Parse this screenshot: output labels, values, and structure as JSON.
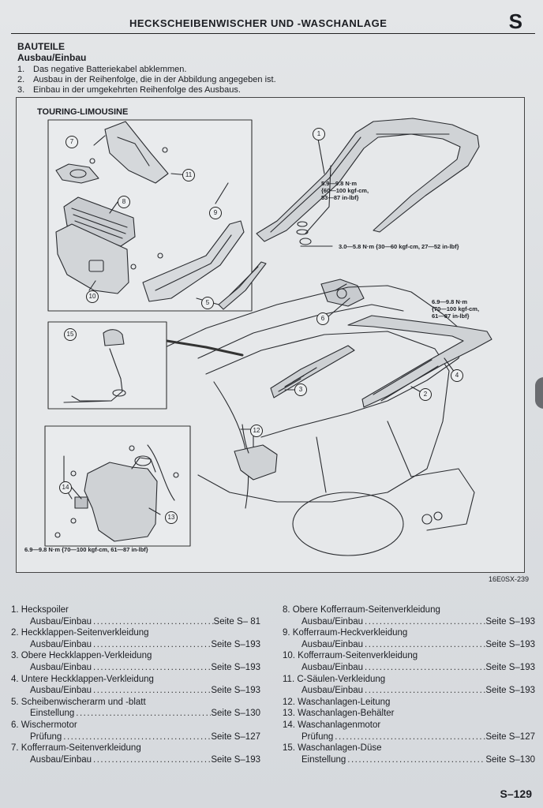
{
  "header": {
    "title": "HECKSCHEIBENWISCHER UND -WASCHANLAGE",
    "section": "S"
  },
  "intro": {
    "heading": "BAUTEILE",
    "subheading": "Ausbau/Einbau",
    "steps": [
      {
        "n": "1.",
        "text": "Das negative Batteriekabel abklemmen."
      },
      {
        "n": "2.",
        "text": "Ausbau in der Reihenfolge, die in der Abbildung angegeben ist."
      },
      {
        "n": "3.",
        "text": "Einbau in der umgekehrten Reihenfolge des Ausbaus."
      }
    ]
  },
  "figure": {
    "title": "TOURING-LIMOUSINE",
    "code": "16E0SX-239",
    "torque_1": [
      "5.9—9.8 N·m",
      "{60—100 kgf-cm,",
      "53—87 in-lbf}"
    ],
    "torque_2": "3.0—5.8 N·m {30—60 kgf-cm, 27—52 in-lbf}",
    "torque_3": [
      "6.9—9.8 N·m",
      "{70—100 kgf-cm,",
      "61—87 in-lbf}"
    ],
    "torque_4": "6.9—9.8 N·m {70—100 kgf-cm, 61—87 in-lbf}",
    "callouts": [
      "1",
      "2",
      "3",
      "4",
      "5",
      "6",
      "7",
      "8",
      "9",
      "10",
      "11",
      "12",
      "13",
      "14",
      "15"
    ]
  },
  "legend_left": [
    {
      "title": "1. Heckspoiler",
      "sub": "Ausbau/Einbau",
      "ref": "Seite S– 81"
    },
    {
      "title": "2. Heckklappen-Seitenverkleidung",
      "sub": "Ausbau/Einbau",
      "ref": "Seite S–193"
    },
    {
      "title": "3. Obere Heckklappen-Verkleidung",
      "sub": "Ausbau/Einbau",
      "ref": "Seite S–193"
    },
    {
      "title": "4. Untere Heckklappen-Verkleidung",
      "sub": "Ausbau/Einbau",
      "ref": "Seite S–193"
    },
    {
      "title": "5. Scheibenwischerarm und -blatt",
      "sub": "Einstellung",
      "ref": "Seite S–130"
    },
    {
      "title": "6. Wischermotor",
      "sub": "Prüfung",
      "ref": "Seite S–127"
    },
    {
      "title": "7. Kofferraum-Seitenverkleidung",
      "sub": "Ausbau/Einbau",
      "ref": "Seite S–193"
    }
  ],
  "legend_right": [
    {
      "title": "8. Obere Kofferraum-Seitenverkleidung",
      "sub": "Ausbau/Einbau",
      "ref": "Seite S–193"
    },
    {
      "title": "9. Kofferraum-Heckverkleidung",
      "sub": "Ausbau/Einbau",
      "ref": "Seite S–193"
    },
    {
      "title": "10. Kofferraum-Seitenverkleidung",
      "sub": "Ausbau/Einbau",
      "ref": "Seite S–193"
    },
    {
      "title": "11. C-Säulen-Verkleidung",
      "sub": "Ausbau/Einbau",
      "ref": "Seite S–193"
    },
    {
      "title": "12. Waschanlagen-Leitung",
      "sub": "",
      "ref": ""
    },
    {
      "title": "13. Waschanlagen-Behälter",
      "sub": "",
      "ref": ""
    },
    {
      "title": "14. Waschanlagenmotor",
      "sub": "Prüfung",
      "ref": "Seite S–127"
    },
    {
      "title": "15. Waschanlagen-Düse",
      "sub": "Einstellung",
      "ref": "Seite S–130"
    }
  ],
  "page_number": "S–129"
}
